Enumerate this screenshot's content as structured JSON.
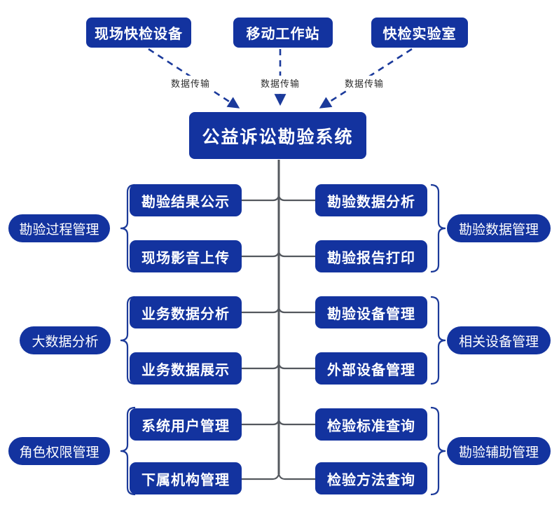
{
  "diagram": {
    "title_node": "公益诉讼勘验系统",
    "colors": {
      "node_fill": "#13339f",
      "node_text": "#ffffff",
      "connector_gray": "#54585e",
      "arrow_navy": "#1b3a9b",
      "label_text": "#2c2c2c",
      "background": "#ffffff"
    },
    "sources": [
      {
        "label": "现场快检设备"
      },
      {
        "label": "移动工作站"
      },
      {
        "label": "快检实验室"
      }
    ],
    "transfer_labels": [
      "数据传输",
      "数据传输",
      "数据传输"
    ],
    "groups": [
      {
        "side": "left",
        "category": "勘验过程管理",
        "items": [
          "勘验结果公示",
          "现场影音上传"
        ]
      },
      {
        "side": "right",
        "category": "勘验数据管理",
        "items": [
          "勘验数据分析",
          "勘验报告打印"
        ]
      },
      {
        "side": "left",
        "category": "大数据分析",
        "items": [
          "业务数据分析",
          "业务数据展示"
        ]
      },
      {
        "side": "right",
        "category": "相关设备管理",
        "items": [
          "勘验设备管理",
          "外部设备管理"
        ]
      },
      {
        "side": "left",
        "category": "角色权限管理",
        "items": [
          "系统用户管理",
          "下属机构管理"
        ]
      },
      {
        "side": "right",
        "category": "勘验辅助管理",
        "items": [
          "检验标准查询",
          "检验方法查询"
        ]
      }
    ]
  }
}
